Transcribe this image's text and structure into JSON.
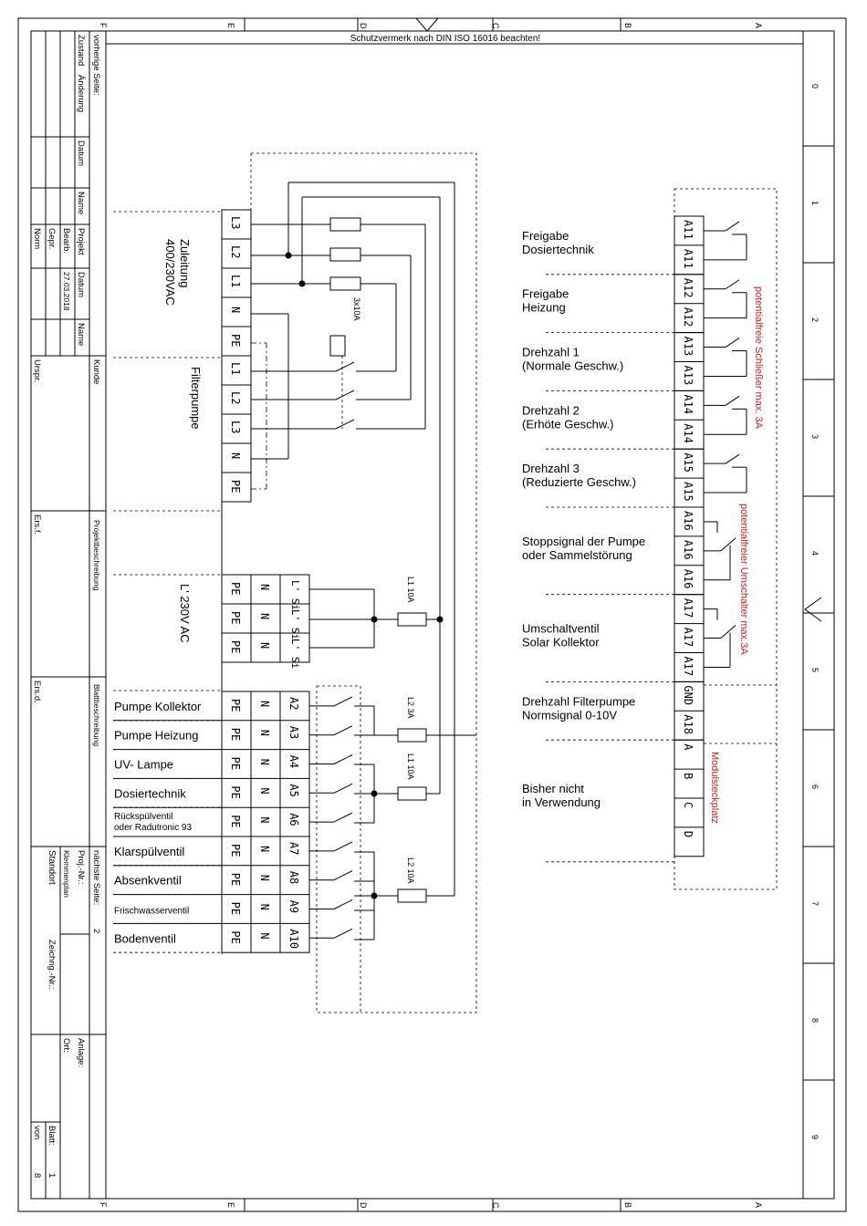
{
  "protection_note": "Schutzvermerk nach DIN ISO 16016 beachten!",
  "border": {
    "columns": [
      "F",
      "E",
      "D",
      "C",
      "B",
      "A"
    ],
    "rows": [
      "0",
      "1",
      "2",
      "3",
      "4",
      "5",
      "6",
      "7",
      "8",
      "9"
    ]
  },
  "title_block": {
    "prev_page_label": "vorherige Seite:",
    "state_label": "Zustand",
    "change_label": "Änderung",
    "date_label": "Datum",
    "name_label": "Name",
    "project_label": "Projekt",
    "edited_label": "Bearb.",
    "checked_label": "Gepr.",
    "norm_label": "Norm",
    "date_value": "27.03.2018",
    "customer_label": "Kunde",
    "origin_label": "Urspr.",
    "replacement_for_label": "Ers.f.",
    "replaced_by_label": "Ers.d.",
    "project_desc_label": "Projektbeschreibung",
    "sheet_desc_label": "Blattbeschreibung",
    "next_page_label": "nächste Seite:",
    "next_page_value": "2",
    "proj_no_label": "Proj.-Nr.:",
    "sheet_title": "Klemmenplan",
    "location": "Standort",
    "drawing_no_label": "Zeichng.-Nr.:",
    "plant_label": "Anlage:",
    "place_label": "Ort:",
    "sheet_label": "Blatt:",
    "sheet_value": "1",
    "of_label": "von",
    "of_value": "8"
  },
  "left_blocks": {
    "supply_label_1": "Zuleitung",
    "supply_label_2": "400/230VAC",
    "supply_terminals": [
      "L3",
      "L2",
      "L1",
      "N",
      "PE"
    ],
    "filter_pump_label": "Filterpumpe",
    "filter_pump_terminals": [
      "L1",
      "L2",
      "L3",
      "N",
      "PE"
    ],
    "fuse_main_label": "3x10A",
    "ac_label": "L' 230V AC",
    "ac_rows": [
      [
        "PE",
        "N",
        "L'\nSi"
      ],
      [
        "PE",
        "N",
        "L'\nSi"
      ],
      [
        "PE",
        "N",
        "L'\nSi"
      ]
    ],
    "fuse_l1_top": "L1 10A",
    "fuse_l2_3a": "L2 3A",
    "fuse_l1_mid": "L1 10A",
    "fuse_l2_bottom": "L2 10A",
    "outputs": [
      {
        "label": "Pumpe Kollektor",
        "pe": "PE",
        "n": "N",
        "a": "A2"
      },
      {
        "label": "Pumpe Heizung",
        "pe": "PE",
        "n": "N",
        "a": "A3"
      },
      {
        "label": "UV- Lampe",
        "pe": "PE",
        "n": "N",
        "a": "A4"
      },
      {
        "label": "Dosiertechnik",
        "pe": "PE",
        "n": "N",
        "a": "A5"
      },
      {
        "label": "Rückspülventil\noder Radutronic 93",
        "pe": "PE",
        "n": "N",
        "a": "A6"
      },
      {
        "label": "Klarspülventil",
        "pe": "PE",
        "n": "N",
        "a": "A7"
      },
      {
        "label": "Absenkventil",
        "pe": "PE",
        "n": "N",
        "a": "A8"
      },
      {
        "label": "Frischwasserventil",
        "pe": "PE",
        "n": "N",
        "a": "A9"
      },
      {
        "label": "Bodenventil",
        "pe": "PE",
        "n": "N",
        "a": "A10"
      }
    ]
  },
  "right_blocks": {
    "groups": [
      {
        "label": "Freigabe\nDosiertechnik",
        "terminals": [
          "A11",
          "A11"
        ]
      },
      {
        "label": "Freigabe\nHeizung",
        "terminals": [
          "A12",
          "A12"
        ]
      },
      {
        "label": "Drehzahl 1\n(Normale Geschw.)",
        "terminals": [
          "A13",
          "A13"
        ]
      },
      {
        "label": "Drehzahl 2\n(Erhöte Geschw.)",
        "terminals": [
          "A14",
          "A14"
        ]
      },
      {
        "label": "Drehzahl 3\n(Reduzierte Geschw.)",
        "terminals": [
          "A15",
          "A15"
        ]
      },
      {
        "label": "Stoppsignal der Pumpe\noder Sammelstörung",
        "terminals": [
          "A16",
          "A16",
          "A16"
        ]
      },
      {
        "label": "Umschaltventil\nSolar Kollektor",
        "terminals": [
          "A17",
          "A17",
          "A17"
        ]
      },
      {
        "label": "Drehzahl Filterpumpe\nNormsignal 0-10V",
        "terminals": [
          "GND",
          "A18"
        ]
      },
      {
        "label": "Bisher nicht\nin Verwendung",
        "terminals": [
          "A",
          "B",
          "C",
          "D"
        ]
      }
    ],
    "note_contacts": "potentialfreie Schließer max. 3A",
    "note_changeover": "potentialfreier Umschalter max.3A",
    "note_module": "Modulsteckplatz"
  },
  "colors": {
    "line": "#000000",
    "annotation": "#d42020"
  }
}
